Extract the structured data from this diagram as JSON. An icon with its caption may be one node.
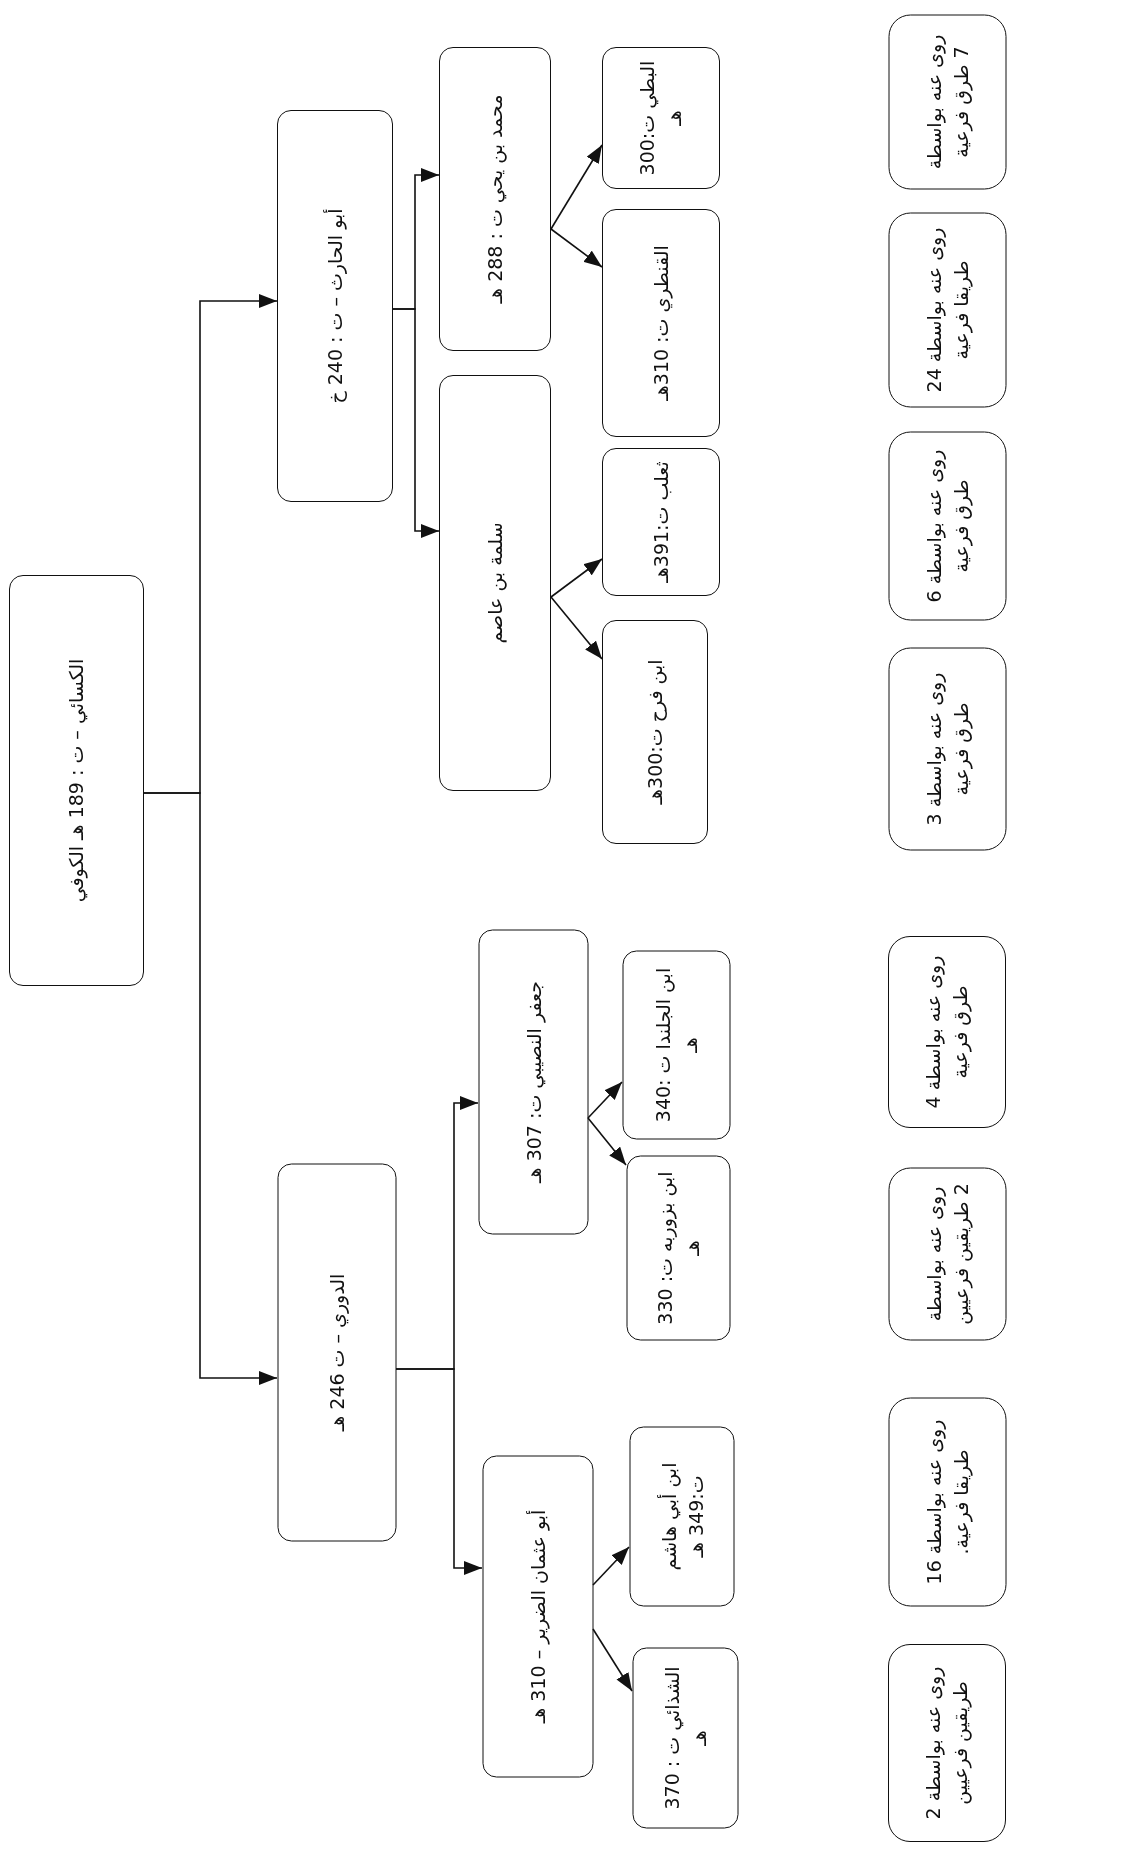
{
  "diagram": {
    "nodes": [
      {
        "text": [
          "الكسائي – ت : 189 هـ الكوفي"
        ]
      },
      {
        "text": [
          "أبو الحارث – ت : 240 خ"
        ]
      },
      {
        "text": [
          "الدوري – ت 246 هـ"
        ]
      },
      {
        "text": [
          "محمد بن يحي ت : 288 هـ"
        ]
      },
      {
        "text": [
          "سلمة بن عاصم"
        ]
      },
      {
        "text": [
          "جعفر النصيبي ت: 307 هـ"
        ]
      },
      {
        "text": [
          "أبو عثمان الضرير – 310 هـ"
        ]
      },
      {
        "text": [
          "البطي ت:300 هـ"
        ]
      },
      {
        "text": [
          "القنطري ت: 310هـ"
        ]
      },
      {
        "text": [
          "ثعلب ت:391هـ"
        ]
      },
      {
        "text": [
          "ابن فرح ت:300هـ"
        ]
      },
      {
        "text": [
          "ابن الجلندا ت :340 هـ"
        ]
      },
      {
        "text": [
          "ابن بزوربه ت: 330 هـ"
        ]
      },
      {
        "text": [
          "ابن أبي هاشم ت:349 هـ"
        ]
      },
      {
        "text": [
          "الشذائي ت : 370 هـ"
        ]
      },
      {
        "text": [
          "روى عنه بواسطة 7 طرق فرعية"
        ]
      },
      {
        "text": [
          "روى عنه بواسطة 24 طريقا فرعية"
        ]
      },
      {
        "text": [
          "روى عنه بواسطة 6 طرق فرعية"
        ]
      },
      {
        "text": [
          "روى عنه بواسطة 3 طرق فرعية"
        ]
      },
      {
        "text": [
          "روى عنه بواسطة 4 طرق فرعية"
        ]
      },
      {
        "text": [
          "روى عنه بواسطة 2 طريقين فرعيين"
        ]
      },
      {
        "text": [
          "روى عنه بواسطة 16 طريقا فرعية."
        ]
      },
      {
        "text": [
          "روى عنه بواسطة 2 طريقين فرعيين"
        ]
      }
    ],
    "edges": [
      {
        "from": 0,
        "to": 1,
        "arrow": "to"
      },
      {
        "from": 0,
        "to": 2,
        "arrow": "to"
      },
      {
        "from": 1,
        "to": 3,
        "arrow": "to"
      },
      {
        "from": 1,
        "to": 4,
        "arrow": "to"
      },
      {
        "from": 2,
        "to": 5,
        "arrow": "to"
      },
      {
        "from": 2,
        "to": 6,
        "arrow": "to"
      },
      {
        "from": 3,
        "to": 7,
        "arrow": "to"
      },
      {
        "from": 3,
        "to": 8,
        "arrow": "to"
      },
      {
        "from": 4,
        "to": 9,
        "arrow": "to"
      },
      {
        "from": 4,
        "to": 10,
        "arrow": "to"
      },
      {
        "from": 5,
        "to": 11,
        "arrow": "to"
      },
      {
        "from": 5,
        "to": 12,
        "arrow": "to"
      },
      {
        "from": 6,
        "to": 13,
        "arrow": "to"
      },
      {
        "from": 6,
        "to": 14,
        "arrow": "to"
      }
    ]
  }
}
